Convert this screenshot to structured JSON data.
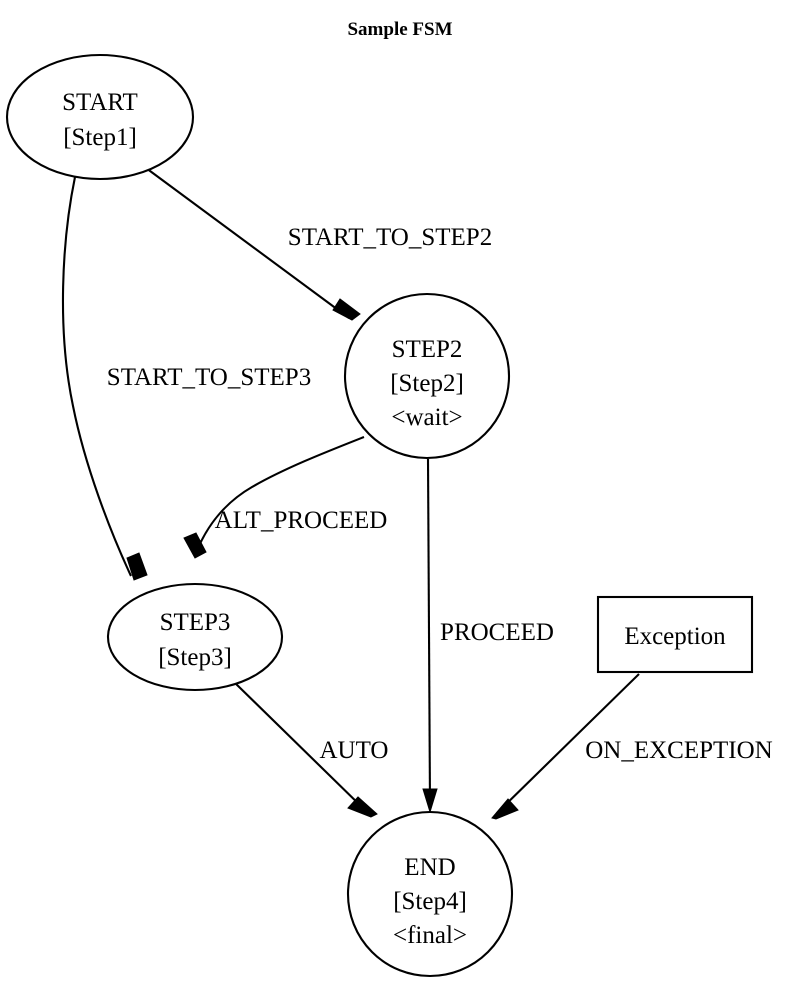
{
  "graph": {
    "title": "Sample FSM",
    "background_color": "#ffffff",
    "stroke_color": "#000000",
    "fill_color": "#ffffff"
  },
  "nodes": [
    {
      "id": "START",
      "shape": "ellipse",
      "lines": [
        "START",
        "[Step1]"
      ],
      "line1": "START",
      "line2": "[Step1]",
      "line3": ""
    },
    {
      "id": "STEP2",
      "shape": "circle",
      "lines": [
        "STEP2",
        "[Step2]",
        "<wait>"
      ],
      "line1": "STEP2",
      "line2": "[Step2]",
      "line3": "<wait>"
    },
    {
      "id": "STEP3",
      "shape": "ellipse",
      "lines": [
        "STEP3",
        "[Step3]"
      ],
      "line1": "STEP3",
      "line2": "[Step3]",
      "line3": ""
    },
    {
      "id": "END",
      "shape": "circle",
      "lines": [
        "END",
        "[Step4]",
        "<final>"
      ],
      "line1": "END",
      "line2": "[Step4]",
      "line3": "<final>"
    },
    {
      "id": "Exception",
      "shape": "box",
      "lines": [
        "Exception"
      ],
      "line1": "Exception",
      "line2": "",
      "line3": ""
    }
  ],
  "edges": [
    {
      "from": "START",
      "to": "STEP2",
      "label": "START_TO_STEP2"
    },
    {
      "from": "START",
      "to": "STEP3",
      "label": "START_TO_STEP3"
    },
    {
      "from": "STEP2",
      "to": "STEP3",
      "label": "ALT_PROCEED"
    },
    {
      "from": "STEP2",
      "to": "END",
      "label": "PROCEED"
    },
    {
      "from": "STEP3",
      "to": "END",
      "label": "AUTO"
    },
    {
      "from": "Exception",
      "to": "END",
      "label": "ON_EXCEPTION"
    }
  ]
}
